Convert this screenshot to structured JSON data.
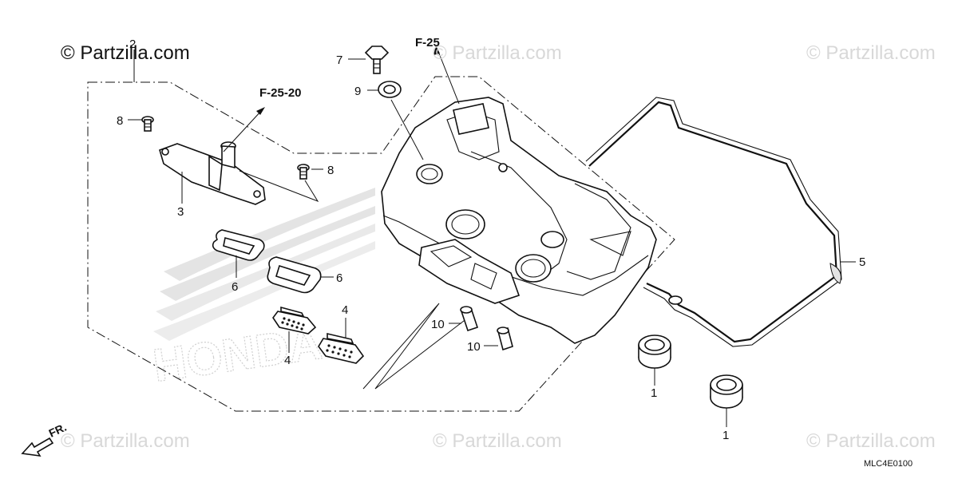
{
  "watermarks": {
    "main": "© Partzilla.com",
    "repeat": "© Partzilla.com"
  },
  "references": {
    "f25": "F-25",
    "f2520": "F-25-20"
  },
  "callouts": {
    "c1a": "1",
    "c1b": "1",
    "c2": "2",
    "c3": "3",
    "c4a": "4",
    "c4b": "4",
    "c5": "5",
    "c6a": "6",
    "c6b": "6",
    "c7": "7",
    "c8a": "8",
    "c8b": "8",
    "c9": "9",
    "c10a": "10",
    "c10b": "10"
  },
  "footer": {
    "diagram_code": "MLC4E0100",
    "front_label": "FR."
  },
  "colors": {
    "line": "#111111",
    "watermark": "#d8d8d8",
    "background": "#ffffff"
  }
}
